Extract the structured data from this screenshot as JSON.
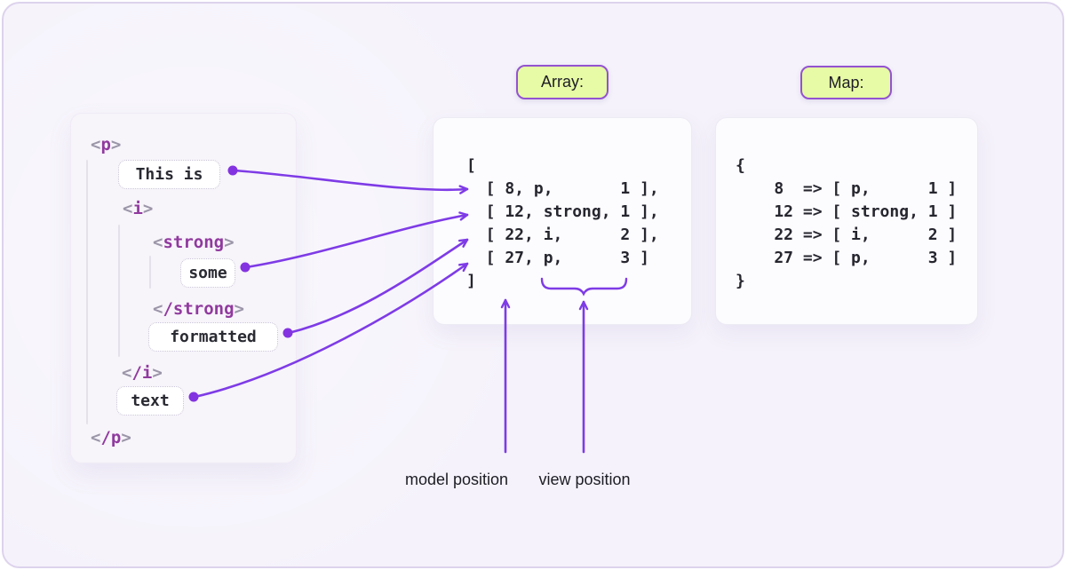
{
  "badges": {
    "array": "Array:",
    "map": "Map:"
  },
  "dom_tree": {
    "angle_open": "<",
    "angle_close": ">",
    "tags": {
      "p_open": "p",
      "i_open": "i",
      "strong_open": "strong",
      "strong_close": "/strong",
      "i_close": "/i",
      "p_close": "/p"
    },
    "text_nodes": {
      "this_is": "This is",
      "some": "some",
      "formatted": "formatted",
      "text": "text"
    }
  },
  "array_block": {
    "lines": [
      "[",
      "  [ 8, p,       1 ],",
      "  [ 12, strong, 1 ],",
      "  [ 22, i,      2 ],",
      "  [ 27, p,      3 ]",
      "]"
    ]
  },
  "map_block": {
    "lines": [
      "{",
      "    8  => [ p,      1 ]",
      "    12 => [ strong, 1 ]",
      "    22 => [ i,      2 ]",
      "    27 => [ p,      3 ]",
      "}"
    ]
  },
  "annotations": {
    "model_position": "model position",
    "view_position": "view position"
  },
  "colors": {
    "page_bg": "#f5f2fb",
    "page_border": "#ddd3ec",
    "arrow": "#7e3be6",
    "badge_bg": "#e7faa5",
    "badge_border": "#9353d0",
    "tag_name": "#903a9e",
    "angle_bracket": "#9b95a8",
    "code_text": "#26262f"
  }
}
